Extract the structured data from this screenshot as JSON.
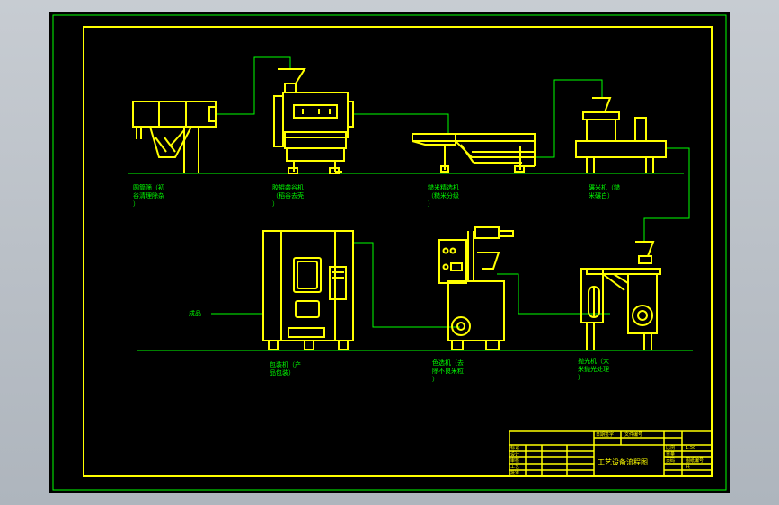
{
  "colors": {
    "frame": "#00ff00",
    "border": "#ffff00",
    "paper": "#000000",
    "background": "#b9bfc6"
  },
  "machines": [
    {
      "id": "screen",
      "label": "圆筒筛（初\n谷清理除杂\n）",
      "icon": "drum-screen-icon"
    },
    {
      "id": "huller",
      "label": "胶辊砻谷机\n（稻谷去壳\n）",
      "icon": "rubber-roll-huller-icon"
    },
    {
      "id": "separator",
      "label": "糙米精选机\n（糙米分级\n）",
      "icon": "paddy-separator-icon"
    },
    {
      "id": "whitener",
      "label": "碾米机（糙\n米碾白）",
      "icon": "rice-whitener-icon"
    },
    {
      "id": "packer",
      "label": "包装机（产\n品包装）",
      "icon": "packing-machine-icon"
    },
    {
      "id": "color_sorter",
      "label": "色选机（去\n除不良米粒\n）",
      "icon": "color-sorter-icon"
    },
    {
      "id": "polisher",
      "label": "抛光机（大\n米抛光处理\n）",
      "icon": "rice-polisher-icon"
    }
  ],
  "product_label": "成品",
  "title_block": {
    "drawing_title": "工艺设备流程图",
    "scale": "1:50",
    "left_rows": [
      "标记",
      "设计",
      "审核",
      "工艺",
      "批准"
    ],
    "top_cells": [
      "日期签字",
      "",
      "文件编号"
    ],
    "right_cells": [
      "比例",
      "1:50",
      "重量",
      "页码",
      "图纸编号",
      "共"
    ]
  }
}
